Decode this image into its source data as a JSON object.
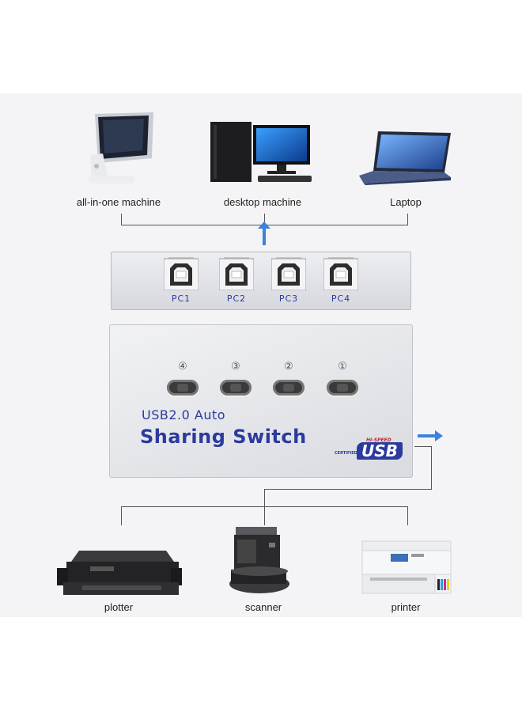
{
  "devices_top": [
    {
      "label": "all-in-one machine",
      "icon": "all-in-one-pc-icon"
    },
    {
      "label": "desktop machine",
      "icon": "desktop-pc-icon"
    },
    {
      "label": "Laptop",
      "icon": "laptop-icon"
    }
  ],
  "devices_bottom": [
    {
      "label": "plotter",
      "icon": "plotter-icon"
    },
    {
      "label": "scanner",
      "icon": "scanner-icon"
    },
    {
      "label": "printer",
      "icon": "printer-icon"
    }
  ],
  "ports": [
    "PC1",
    "PC2",
    "PC3",
    "PC4"
  ],
  "switch": {
    "line1": "USB2.0 Auto",
    "line2": "Sharing Switch",
    "led_numbers": [
      "④",
      "③",
      "②",
      "①"
    ],
    "logo_top": "HI-SPEED",
    "logo_left": "CERTIFIED",
    "logo_main": "USB"
  },
  "colors": {
    "brand_text": "#2b3a9e",
    "arrow": "#3b82d8",
    "line": "#555555",
    "metal": "#dfe0e4"
  }
}
